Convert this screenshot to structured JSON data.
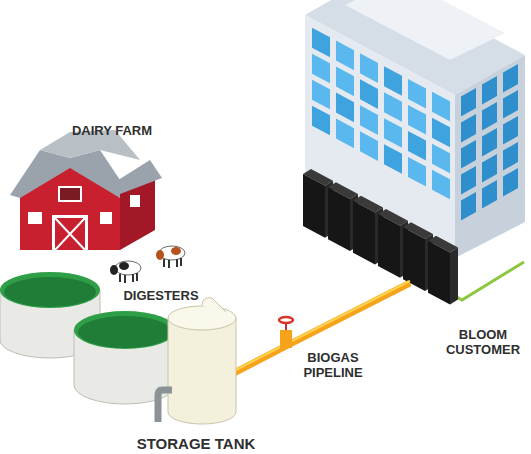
{
  "diagram": {
    "labels": [
      "DAIRY FARM",
      "DIGESTERS",
      "BIOGAS PIPELINE",
      "BLOOM CUSTOMER",
      "STORAGE TANK"
    ]
  }
}
